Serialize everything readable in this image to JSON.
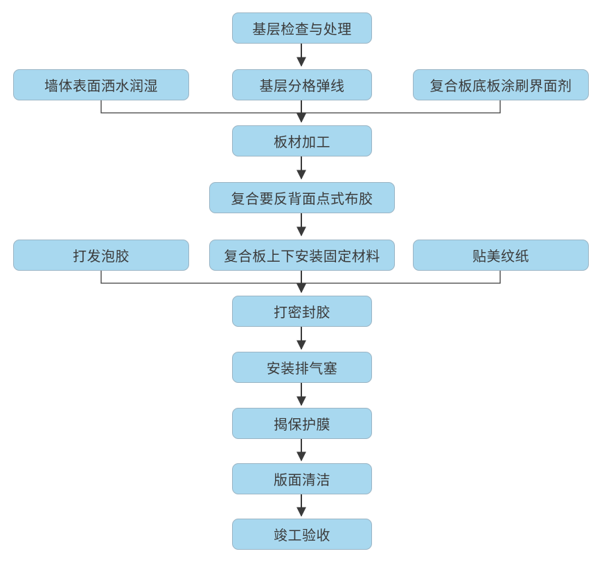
{
  "flow": {
    "step_base_check": "基层检查与处理",
    "step_wall_spray": "墙体表面洒水润湿",
    "step_grid_line": "基层分格弹线",
    "step_primer": "复合板底板涂刷界面剂",
    "step_board_processing": "板材加工",
    "step_back_glue": "复合要反背面点式布胶",
    "step_foam": "打发泡胶",
    "step_fix_material": "复合板上下安装固定材料",
    "step_paper": "贴美纹纸",
    "step_seal": "打密封胶",
    "step_vent_plug": "安装排气塞",
    "step_peel_film": "揭保护膜",
    "step_clean": "版面清洁",
    "step_acceptance": "竣工验收"
  },
  "colors": {
    "box_fill": "#a8d8ef",
    "box_border": "#9ab4c4",
    "line": "#3a3a3a"
  }
}
